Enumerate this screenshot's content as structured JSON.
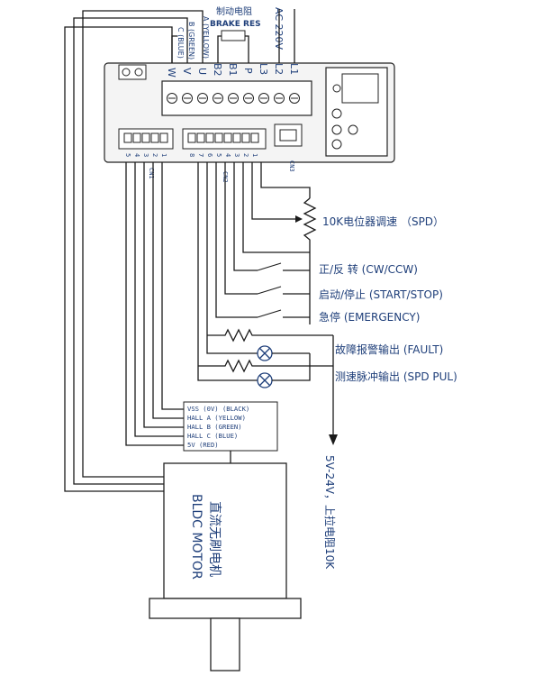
{
  "top_labels": {
    "brake_res_cn": "制动电阻",
    "brake_res_en": "BRAKE RES",
    "ac_supply": "AC 220V",
    "phase_w": "C (BLUE)",
    "phase_v": "B (GREEN)",
    "phase_u": "A (YELLOW)"
  },
  "terminals": [
    "W",
    "V",
    "U",
    "B2",
    "B1",
    "P",
    "L3",
    "L2",
    "L1"
  ],
  "cn1_label": "CN1",
  "cn1_pins": [
    "5",
    "4",
    "3",
    "2",
    "1"
  ],
  "cn2_label": "CN2",
  "cn2_pins": [
    "8",
    "7",
    "6",
    "5",
    "4",
    "3",
    "2",
    "1"
  ],
  "cn3_label": "CN3",
  "io_labels": {
    "spd": "10K电位器调速 （SPD）",
    "cw_ccw": "正/反 转 (CW/CCW)",
    "start_stop": "启动/停止 (START/STOP)",
    "emergency": "急停 (EMERGENCY)",
    "fault": "故障报警输出 (FAULT)",
    "spd_pul": "测速脉冲输出 (SPD PUL)"
  },
  "pullup_note": "5V-24V，上拉电阻10K",
  "hall_labels": [
    "VSS (0V) (BLACK)",
    "HALL A (YELLOW)",
    "HALL B (GREEN)",
    "HALL C (BLUE)",
    "5V (RED)"
  ],
  "motor_cn": "直流无刷电机",
  "motor_en": "BLDC MOTOR"
}
